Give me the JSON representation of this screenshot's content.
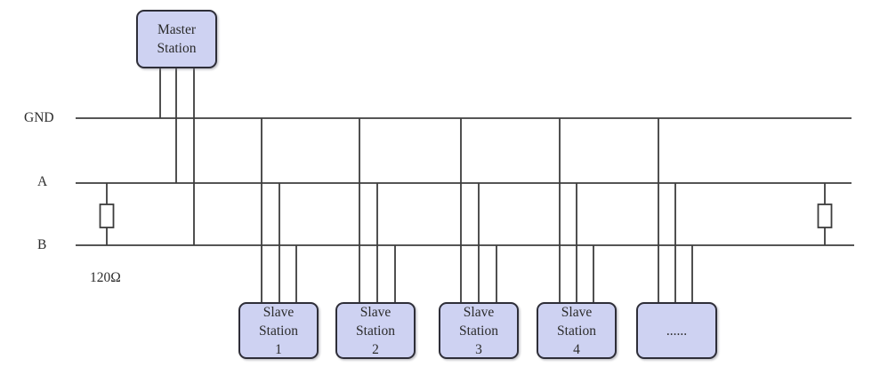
{
  "diagram": {
    "type": "bus-topology",
    "description": "Multi-drop serial bus with master, slaves and termination resistors",
    "bus": {
      "gnd_label": "GND",
      "a_label": "A",
      "b_label": "B"
    },
    "termination": {
      "resistance_label": "120Ω",
      "count": 2,
      "positions": [
        "left-end",
        "right-end"
      ]
    },
    "master": {
      "lines": [
        "Master",
        "Station"
      ]
    },
    "slaves": [
      {
        "lines": [
          "Slave",
          "Station",
          "1"
        ]
      },
      {
        "lines": [
          "Slave",
          "Station",
          "2"
        ]
      },
      {
        "lines": [
          "Slave",
          "Station",
          "3"
        ]
      },
      {
        "lines": [
          "Slave",
          "Station",
          "4"
        ]
      },
      {
        "lines": [
          "......"
        ]
      }
    ],
    "colors": {
      "node_fill": "#ced2f2",
      "node_border": "#2e2e38",
      "wire": "#3d3d3d",
      "background": "#ffffff",
      "text": "#2b2b2b"
    }
  }
}
